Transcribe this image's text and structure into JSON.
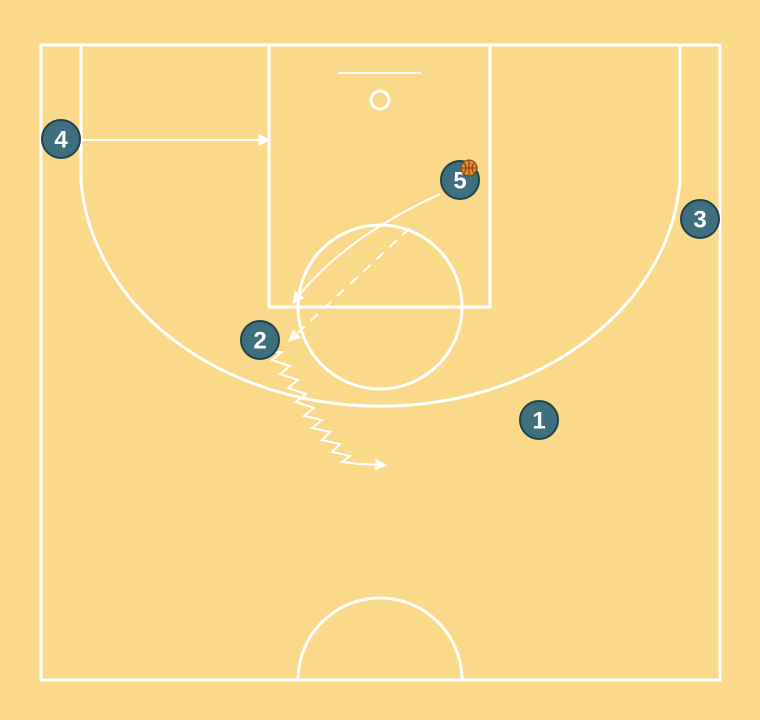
{
  "colors": {
    "court_floor": "#fbd98a",
    "court_lines": "#ffffff",
    "player_fill": "#3e6f7e",
    "player_stroke": "#21424c",
    "ball": "#e3892a"
  },
  "players": [
    {
      "id": "p1",
      "label": "1"
    },
    {
      "id": "p2",
      "label": "2"
    },
    {
      "id": "p3",
      "label": "3"
    },
    {
      "id": "p4",
      "label": "4"
    },
    {
      "id": "p5",
      "label": "5",
      "has_ball": true
    }
  ],
  "ball_icon": "basketball-icon",
  "movements": [
    {
      "type": "cut",
      "from_player": "4",
      "style": "solid-arrow"
    },
    {
      "type": "cut",
      "from_player": "5",
      "style": "solid-arrow"
    },
    {
      "type": "pass",
      "from_player": "5",
      "to_player": "2",
      "style": "dashed-arrow"
    },
    {
      "type": "dribble",
      "from_player": "2",
      "style": "zigzag-arrow"
    }
  ]
}
